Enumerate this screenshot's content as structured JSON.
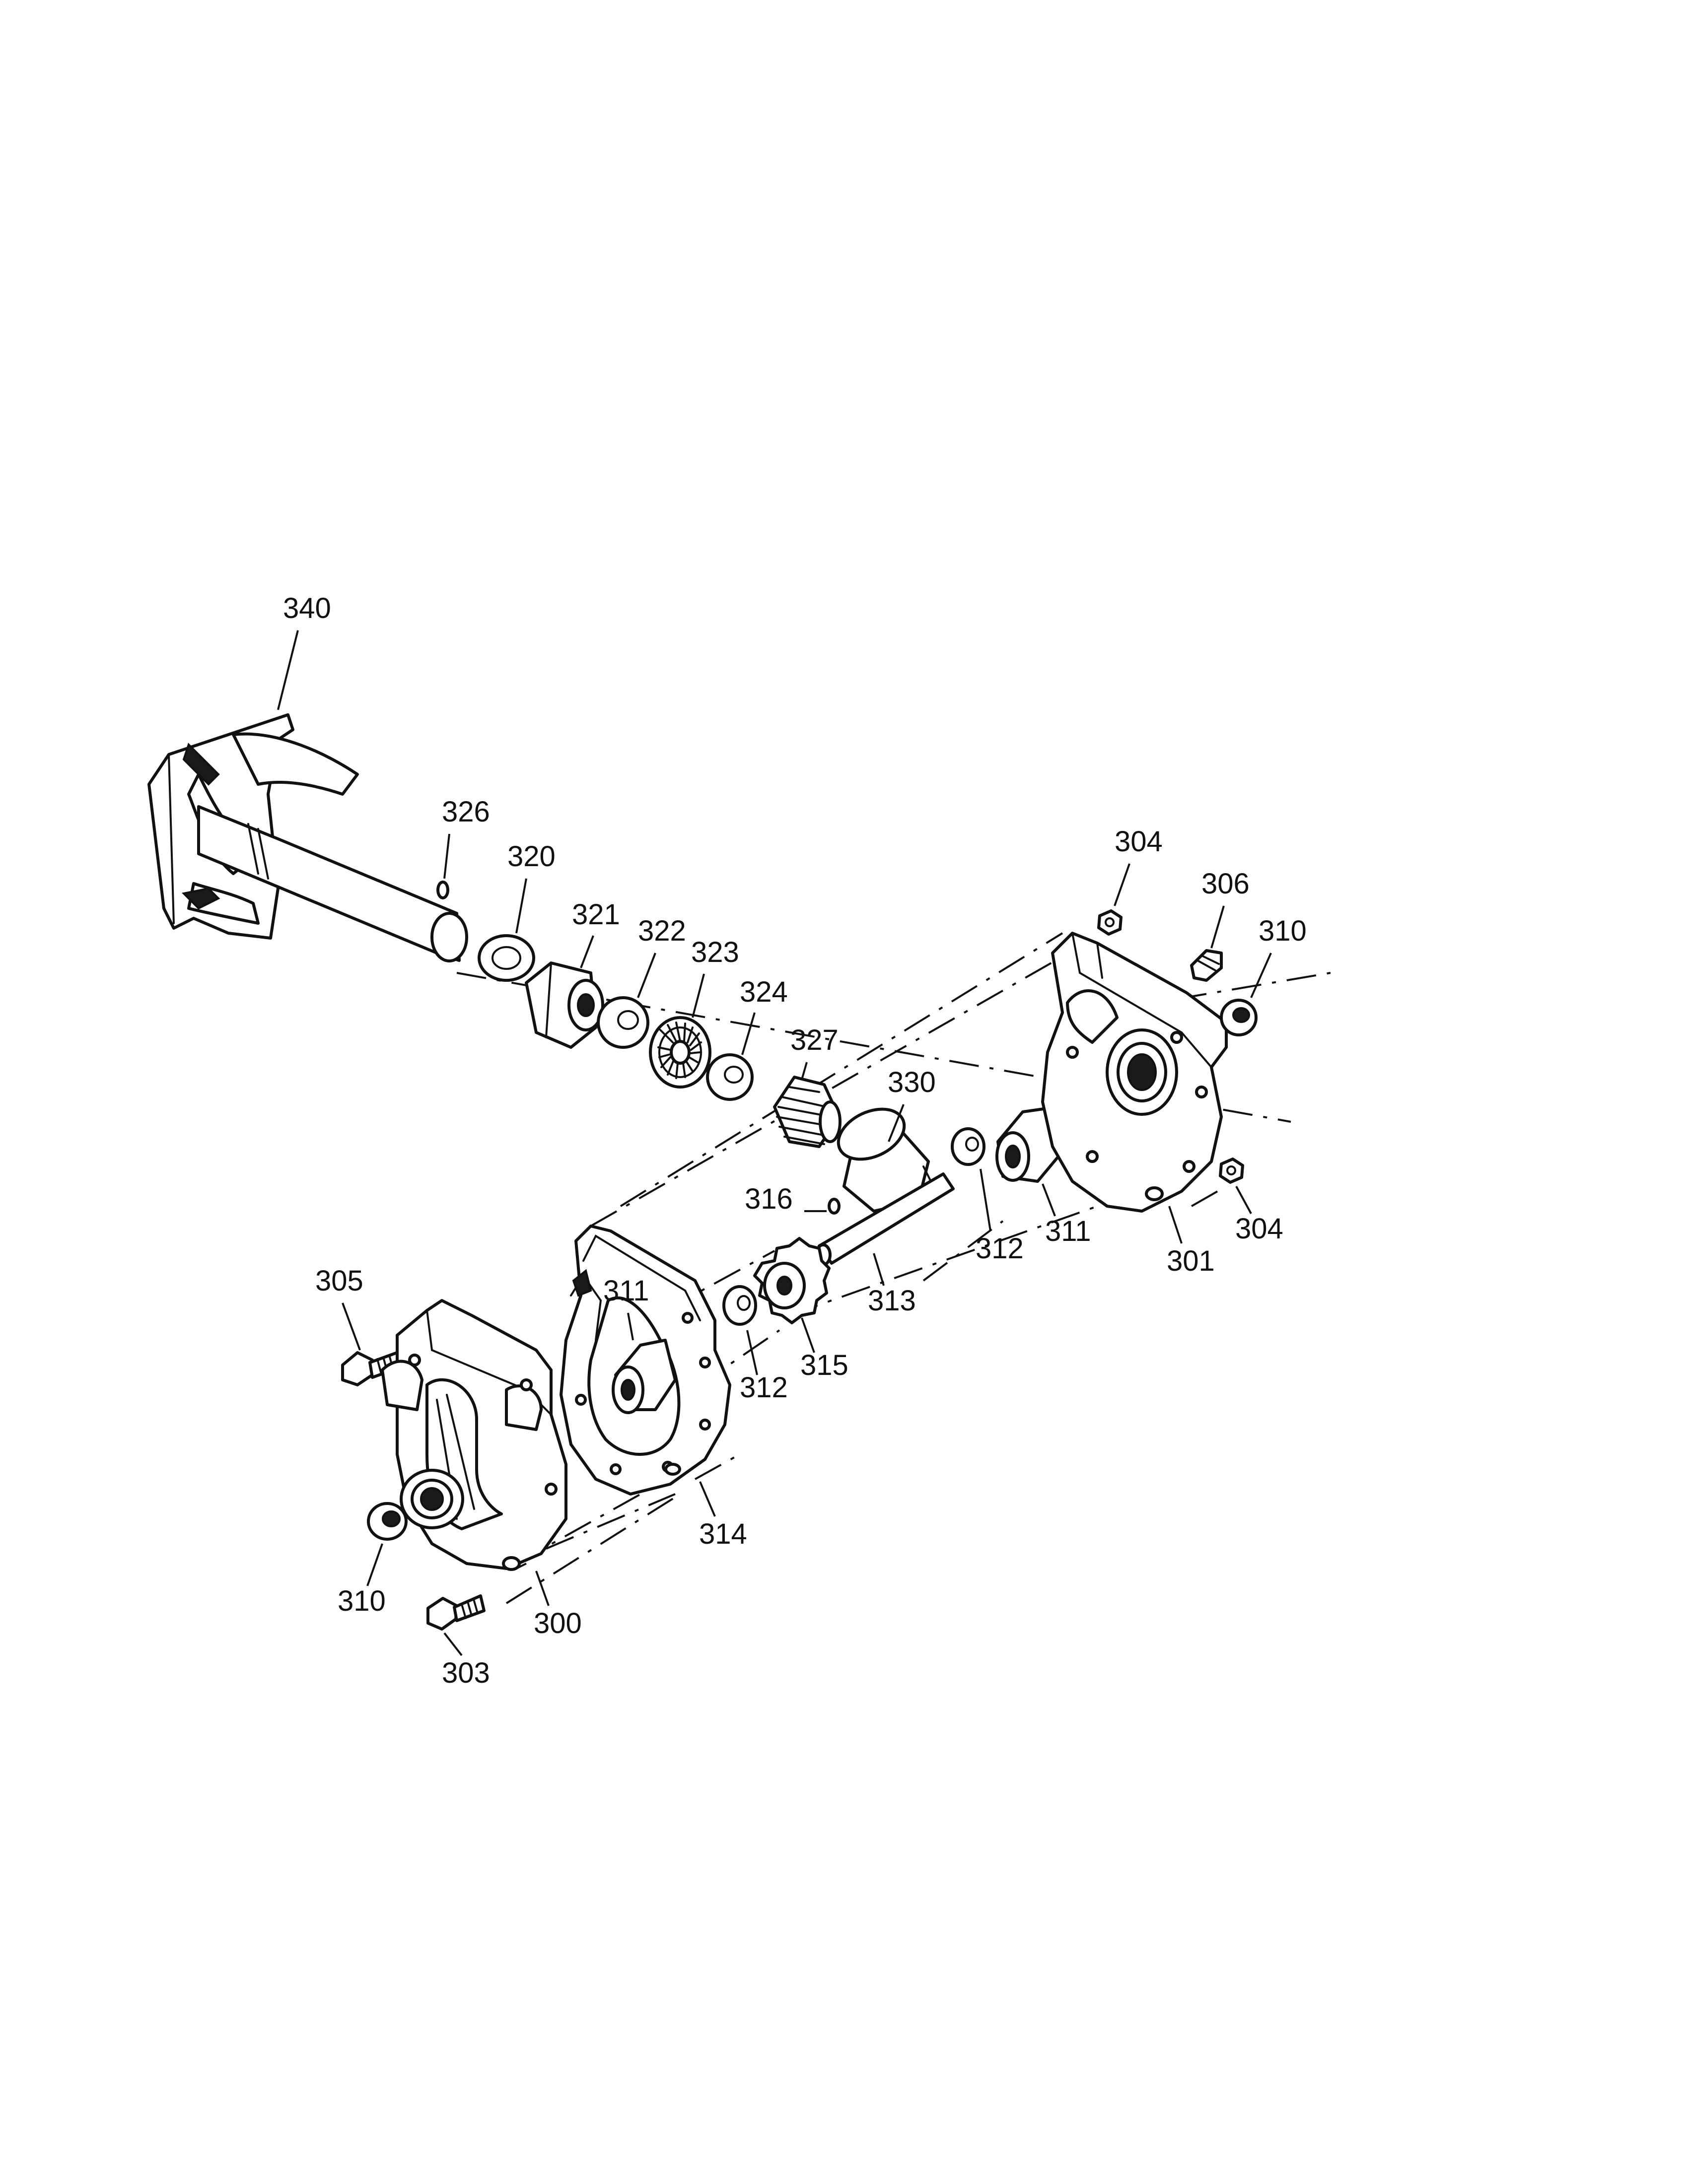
{
  "callouts": {
    "p340": "340",
    "p326": "326",
    "p320": "320",
    "p321": "321",
    "p322": "322",
    "p323": "323",
    "p324": "324",
    "p327": "327",
    "p330": "330",
    "p304a": "304",
    "p306": "306",
    "p310a": "310",
    "p316": "316",
    "p312a": "312",
    "p311a": "311",
    "p301": "301",
    "p304b": "304",
    "p305": "305",
    "p311b": "311",
    "p313": "313",
    "p315": "315",
    "p312b": "312",
    "p314": "314",
    "p310b": "310",
    "p300": "300",
    "p303": "303"
  }
}
